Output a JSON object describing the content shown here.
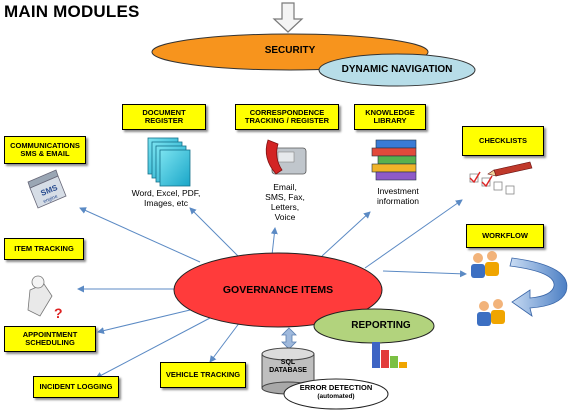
{
  "title": "MAIN MODULES",
  "security": "SECURITY",
  "dynamic_navigation": "DYNAMIC NAVIGATION",
  "governance": "GOVERNANCE ITEMS",
  "reporting": "REPORTING",
  "sql_database": "SQL\nDATABASE",
  "error_detection": "ERROR DETECTION",
  "error_detection_sub": "(automated)",
  "modules": {
    "document_register": "DOCUMENT\nREGISTER",
    "correspondence": "CORRESPONDENCE\nTRACKING / REGISTER",
    "knowledge_library": "KNOWLEDGE\nLIBRARY",
    "communications": "COMMUNICATIONS\nSMS  & EMAIL",
    "checklists": "CHECKLISTS",
    "item_tracking": "ITEM TRACKING",
    "workflow": "WORKFLOW",
    "appointment_scheduling": "APPOINTMENT\nSCHEDULING",
    "incident_logging": "INCIDENT LOGGING",
    "vehicle_tracking": "VEHICLE TRACKING"
  },
  "captions": {
    "document": "Word, Excel, PDF,\nImages, etc",
    "correspondence": "Email,\nSMS, Fax,\nLetters,\nVoice",
    "knowledge": "Investment\ninformation"
  },
  "sms_icon_text": "SMS",
  "sms_icon_sub": "engine",
  "colors": {
    "security": "#f7941d",
    "navigation": "#b7dde8",
    "governance": "#ff3b3b",
    "reporting": "#b2d37d",
    "box": "#ffff00",
    "arrow": "#5b8ac4"
  }
}
